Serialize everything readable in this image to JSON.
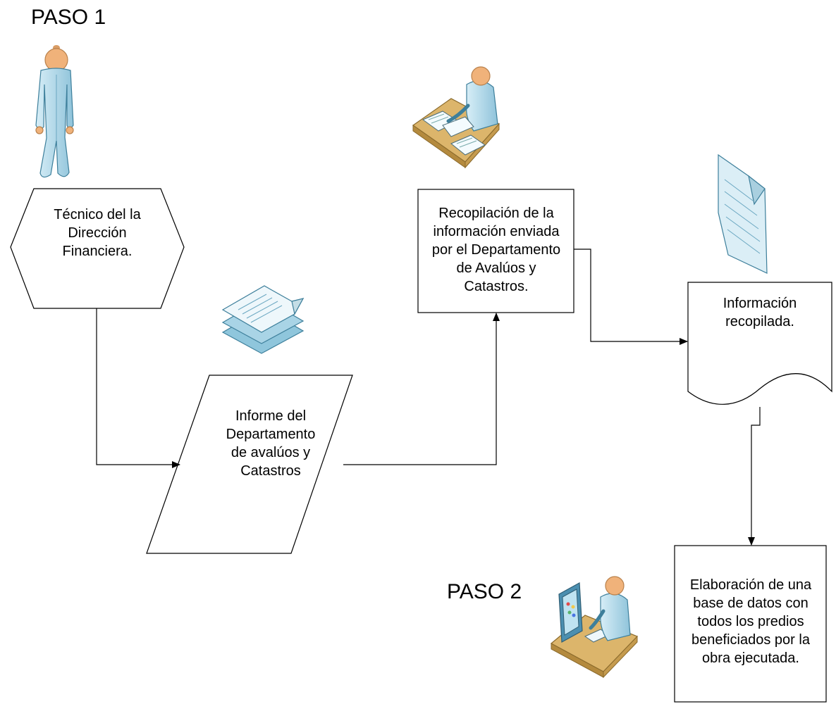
{
  "steps": {
    "step1": "PASO 1",
    "step2": "PASO 2"
  },
  "nodes": {
    "technician": [
      "Técnico del la",
      "Dirección",
      "Financiera."
    ],
    "report": [
      "Informe del",
      "Departamento",
      "de avalúos y",
      "Catastros"
    ],
    "compilation": [
      "Recopilación de la",
      "información enviada",
      "por el Departamento",
      "de Avalúos y",
      "Catastros."
    ],
    "compiled_info": [
      "Información",
      "recopilada."
    ],
    "database": [
      "Elaboración de una",
      "base de datos con",
      "todos los predios",
      "beneficiados por la",
      "obra ejecutada."
    ]
  },
  "icons": {
    "person": "standing-person-icon",
    "desk_worker": "desk-worker-icon",
    "documents_stack": "document-stack-icon",
    "document": "document-icon",
    "computer_worker": "computer-worker-icon"
  },
  "colors": {
    "figure_fill": "#a9d4e6",
    "figure_stroke": "#3d7f9b",
    "skin": "#f0b27a",
    "desk": "#dcb56b",
    "paper": "#eef7fb",
    "line": "#000000"
  }
}
